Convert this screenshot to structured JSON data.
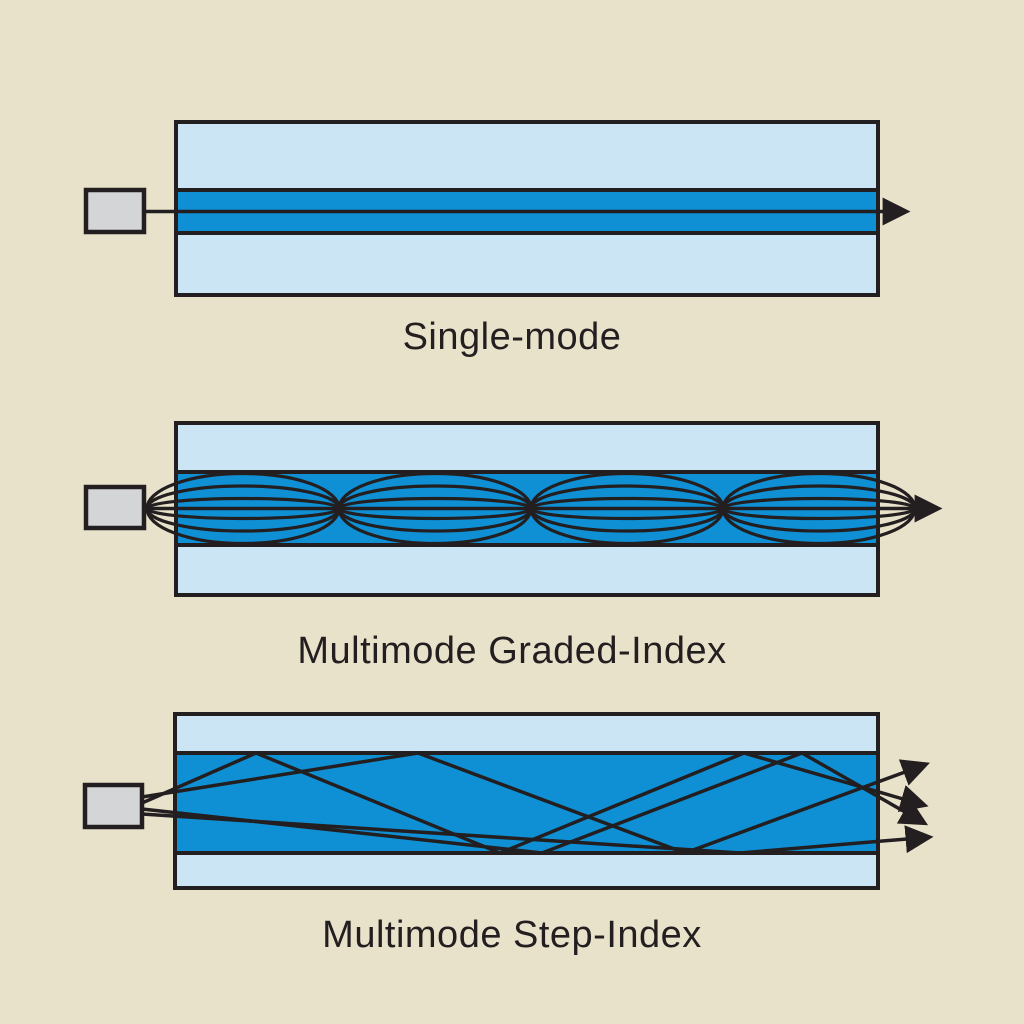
{
  "panels": [
    {
      "id": "single-mode",
      "label": "Single-mode"
    },
    {
      "id": "multimode-graded-index",
      "label": "Multimode Graded-Index"
    },
    {
      "id": "multimode-step-index",
      "label": "Multimode Step-Index"
    }
  ],
  "colors": {
    "background": "#E9E2CB",
    "cladding": "#CCE5F5",
    "core": "#0F90D5",
    "source_box": "#D4D5D7",
    "ink": "#231F20"
  },
  "icons": {
    "arrowhead": "right-pointing-triangle",
    "source_box": "light-source-rectangle"
  }
}
